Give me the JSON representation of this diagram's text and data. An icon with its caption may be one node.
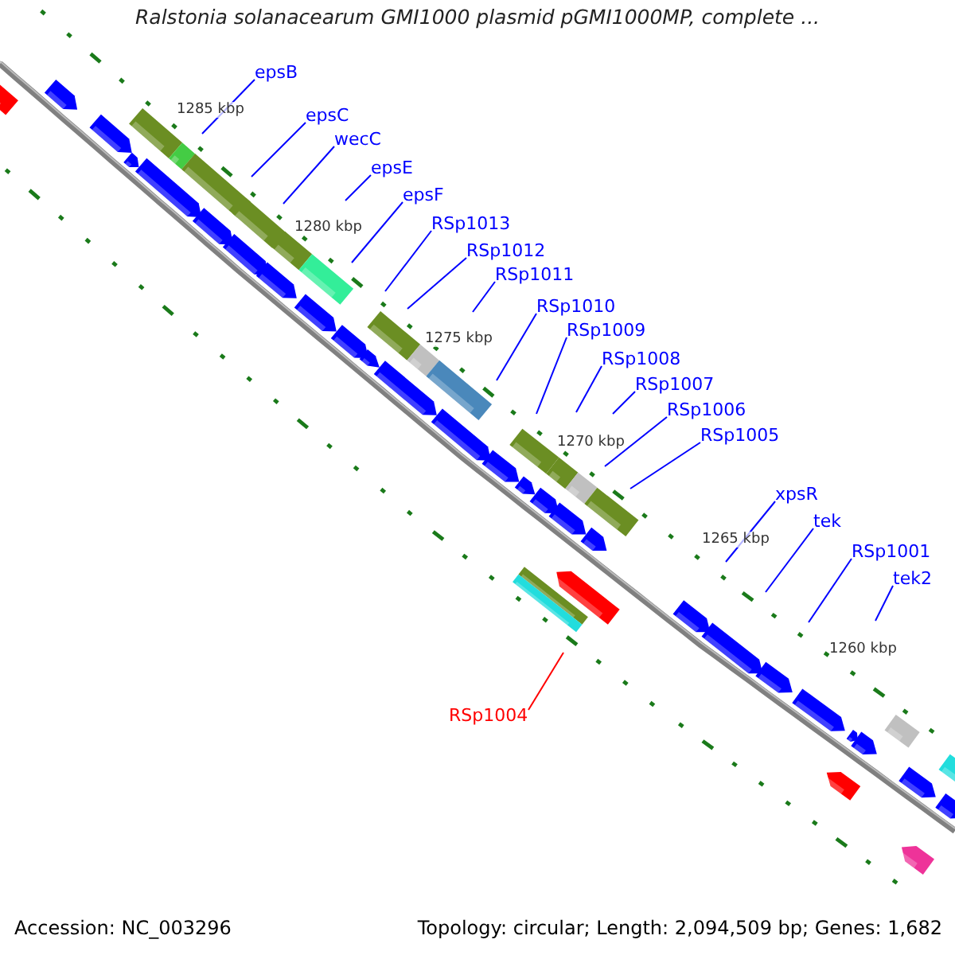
{
  "diagram": {
    "title": "Ralstonia solanacearum GMI1000 plasmid pGMI1000MP, complete ...",
    "nodes": [
      {
        "text": [
          "epsB"
        ]
      },
      {
        "text": [
          "epsC"
        ]
      },
      {
        "text": [
          "wecC"
        ]
      },
      {
        "text": [
          "epsE"
        ]
      },
      {
        "text": [
          "epsF"
        ]
      },
      {
        "text": [
          "RSp1013"
        ]
      },
      {
        "text": [
          "RSp1012"
        ]
      },
      {
        "text": [
          "RSp1011"
        ]
      },
      {
        "text": [
          "RSp1010"
        ]
      },
      {
        "text": [
          "RSp1009"
        ]
      },
      {
        "text": [
          "RSp1008"
        ]
      },
      {
        "text": [
          "RSp1007"
        ]
      },
      {
        "text": [
          "RSp1006"
        ]
      },
      {
        "text": [
          "RSp1005"
        ]
      },
      {
        "text": [
          "xpsR"
        ]
      },
      {
        "text": [
          "tek"
        ]
      },
      {
        "text": [
          "RSp1001"
        ]
      },
      {
        "text": [
          "tek2"
        ]
      },
      {
        "text": [
          "RSp1004"
        ]
      }
    ],
    "edges": [
      {
        "from": 0,
        "to": null,
        "arrow": "none"
      },
      {
        "from": 1,
        "to": null,
        "arrow": "none"
      },
      {
        "from": 2,
        "to": null,
        "arrow": "none"
      },
      {
        "from": 3,
        "to": null,
        "arrow": "none"
      },
      {
        "from": 4,
        "to": null,
        "arrow": "none"
      },
      {
        "from": 5,
        "to": null,
        "arrow": "none"
      },
      {
        "from": 6,
        "to": null,
        "arrow": "none"
      },
      {
        "from": 7,
        "to": null,
        "arrow": "none"
      },
      {
        "from": 8,
        "to": null,
        "arrow": "none"
      },
      {
        "from": 9,
        "to": null,
        "arrow": "none"
      },
      {
        "from": 10,
        "to": null,
        "arrow": "none"
      },
      {
        "from": 11,
        "to": null,
        "arrow": "none"
      },
      {
        "from": 12,
        "to": null,
        "arrow": "none"
      },
      {
        "from": 13,
        "to": null,
        "arrow": "none"
      },
      {
        "from": 14,
        "to": null,
        "arrow": "none"
      },
      {
        "from": 15,
        "to": null,
        "arrow": "none"
      },
      {
        "from": 16,
        "to": null,
        "arrow": "none"
      },
      {
        "from": 17,
        "to": null,
        "arrow": "none"
      },
      {
        "from": 18,
        "to": null,
        "arrow": "none",
        "color": "#ff0000"
      }
    ],
    "labels": [
      "1285 kbp",
      "1280 kbp",
      "1275 kbp",
      "1270 kbp",
      "1265 kbp",
      "1260 kbp",
      "Accession: NC_003296",
      "Topology: circular; Length: 2,094,509 bp; Genes: 1,682"
    ]
  }
}
